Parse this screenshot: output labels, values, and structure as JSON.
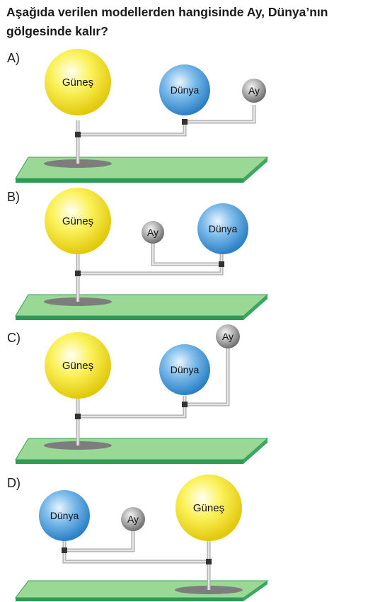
{
  "question": {
    "line1": "Aşağıda verilen modellerden hangisinde Ay, Dünya’nın",
    "line2": "gölgesinde kalır?"
  },
  "options": [
    {
      "label": "A)",
      "sun": "Güneş",
      "earth": "Dünya",
      "moon": "Ay"
    },
    {
      "label": "B)",
      "sun": "Güneş",
      "earth": "Dünya",
      "moon": "Ay"
    },
    {
      "label": "C)",
      "sun": "Güneş",
      "earth": "Dünya",
      "moon": "Ay"
    },
    {
      "label": "D)",
      "sun": "Güneş",
      "earth": "Dünya",
      "moon": "Ay"
    }
  ],
  "colors": {
    "sun": "#f2e21a",
    "earth": "#3d96d8",
    "moon": "#8a8a8a",
    "ground": "#8fd48a",
    "ground_edge": "#2f9a55",
    "rod": "#c8c8c8",
    "base": "#7d7d7d"
  }
}
